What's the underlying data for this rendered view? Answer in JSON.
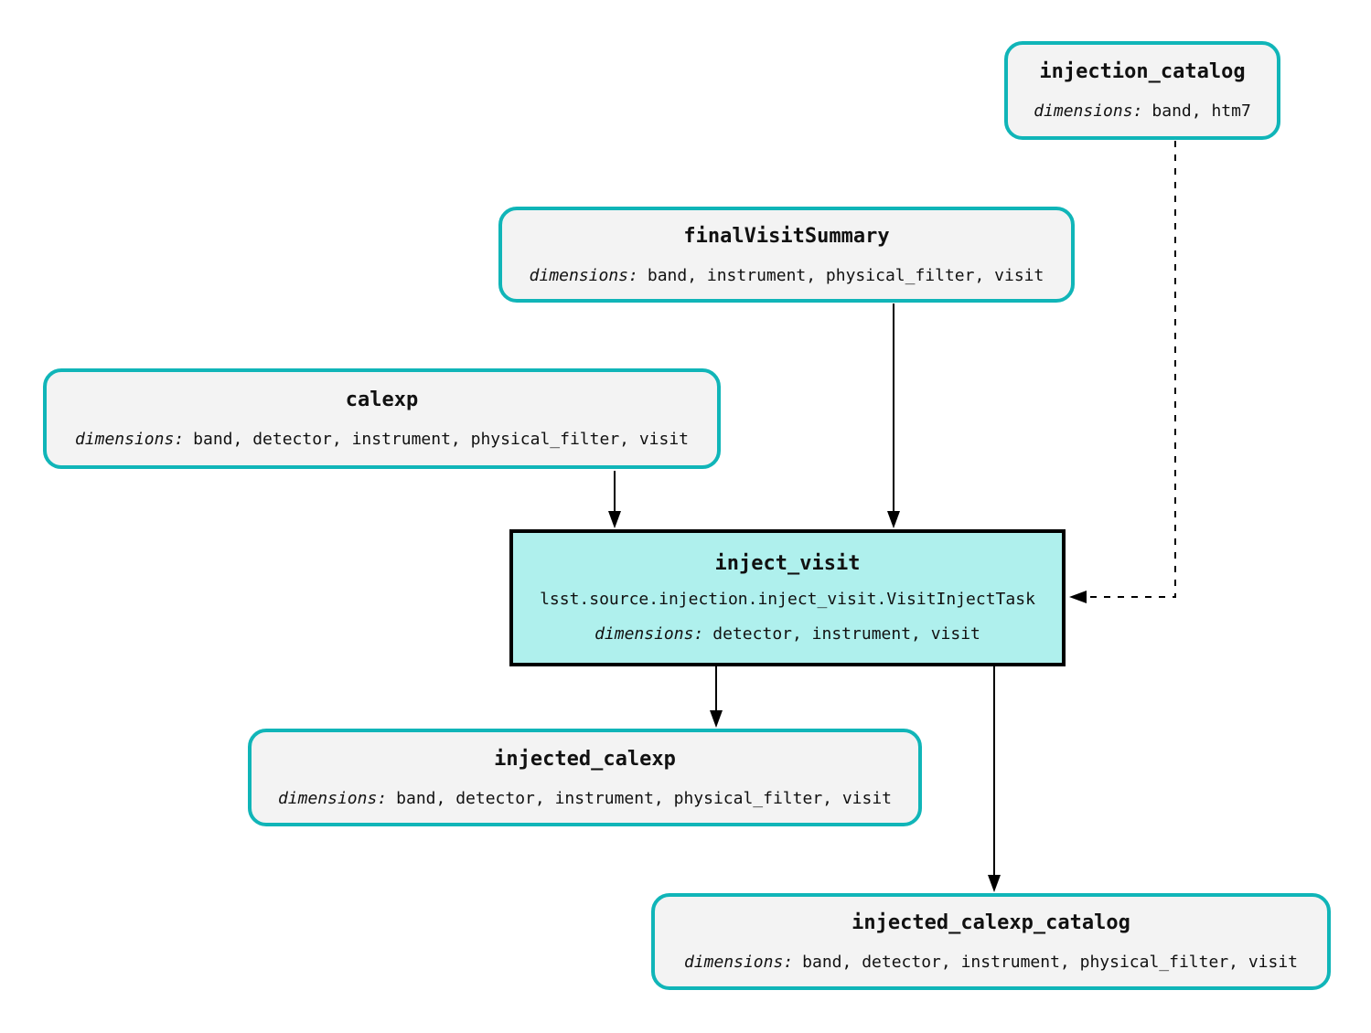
{
  "nodes": {
    "injection_catalog": {
      "title": "injection_catalog",
      "dimensions_label": "dimensions:",
      "dimensions": "band, htm7"
    },
    "finalVisitSummary": {
      "title": "finalVisitSummary",
      "dimensions_label": "dimensions:",
      "dimensions": "band, instrument, physical_filter, visit"
    },
    "calexp": {
      "title": "calexp",
      "dimensions_label": "dimensions:",
      "dimensions": "band, detector, instrument, physical_filter, visit"
    },
    "inject_visit": {
      "title": "inject_visit",
      "task_class": "lsst.source.injection.inject_visit.VisitInjectTask",
      "dimensions_label": "dimensions:",
      "dimensions": "detector, instrument, visit"
    },
    "injected_calexp": {
      "title": "injected_calexp",
      "dimensions_label": "dimensions:",
      "dimensions": "band, detector, instrument, physical_filter, visit"
    },
    "injected_calexp_catalog": {
      "title": "injected_calexp_catalog",
      "dimensions_label": "dimensions:",
      "dimensions": "band, detector, instrument, physical_filter, visit"
    }
  },
  "edges": [
    {
      "from": "calexp",
      "to": "inject_visit",
      "style": "solid"
    },
    {
      "from": "finalVisitSummary",
      "to": "inject_visit",
      "style": "solid"
    },
    {
      "from": "injection_catalog",
      "to": "inject_visit",
      "style": "dashed"
    },
    {
      "from": "inject_visit",
      "to": "injected_calexp",
      "style": "solid"
    },
    {
      "from": "inject_visit",
      "to": "injected_calexp_catalog",
      "style": "solid"
    }
  ],
  "colors": {
    "dataset_border": "#10b5b8",
    "dataset_fill": "#f3f3f3",
    "task_border": "#000000",
    "task_fill": "#aff0ed",
    "edge_color": "#000000",
    "text_color": "#111111"
  }
}
